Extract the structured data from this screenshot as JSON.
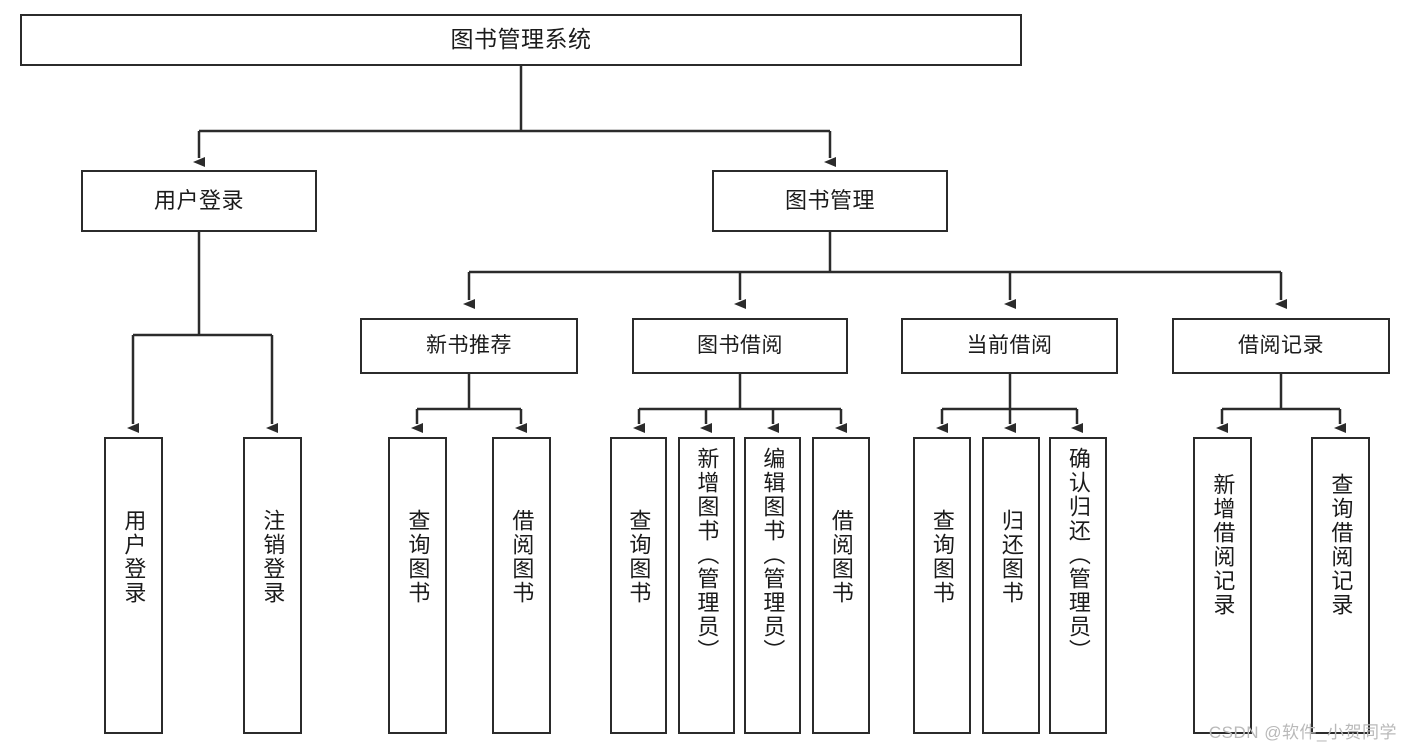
{
  "diagram": {
    "title": "图书管理系统",
    "type": "hierarchy-tree",
    "root": {
      "label": "图书管理系统"
    },
    "level2": [
      {
        "label": "用户登录"
      },
      {
        "label": "图书管理"
      }
    ],
    "level3": [
      {
        "label": "新书推荐"
      },
      {
        "label": "图书借阅"
      },
      {
        "label": "当前借阅"
      },
      {
        "label": "借阅记录"
      }
    ],
    "leaves": {
      "user_login": [
        {
          "label": "用户登录"
        },
        {
          "label": "注销登录"
        }
      ],
      "new_book_recommend": [
        {
          "label": "查询图书"
        },
        {
          "label": "借阅图书"
        }
      ],
      "book_borrow": [
        {
          "label": "查询图书"
        },
        {
          "label": "新增图书（管理员）"
        },
        {
          "label": "编辑图书（管理员）"
        },
        {
          "label": "借阅图书"
        }
      ],
      "current_borrow": [
        {
          "label": "查询图书"
        },
        {
          "label": "归还图书"
        },
        {
          "label": "确认归还（管理员）"
        }
      ],
      "borrow_record": [
        {
          "label": "新增借阅记录"
        },
        {
          "label": "查询借阅记录"
        }
      ]
    }
  },
  "watermark": {
    "text": "CSDN @软件_小贺同学"
  },
  "colors": {
    "stroke": "#2b2b2b",
    "box_fill": "#ffffff",
    "text": "#1b1b1b",
    "watermark": "#b9b9b9"
  }
}
